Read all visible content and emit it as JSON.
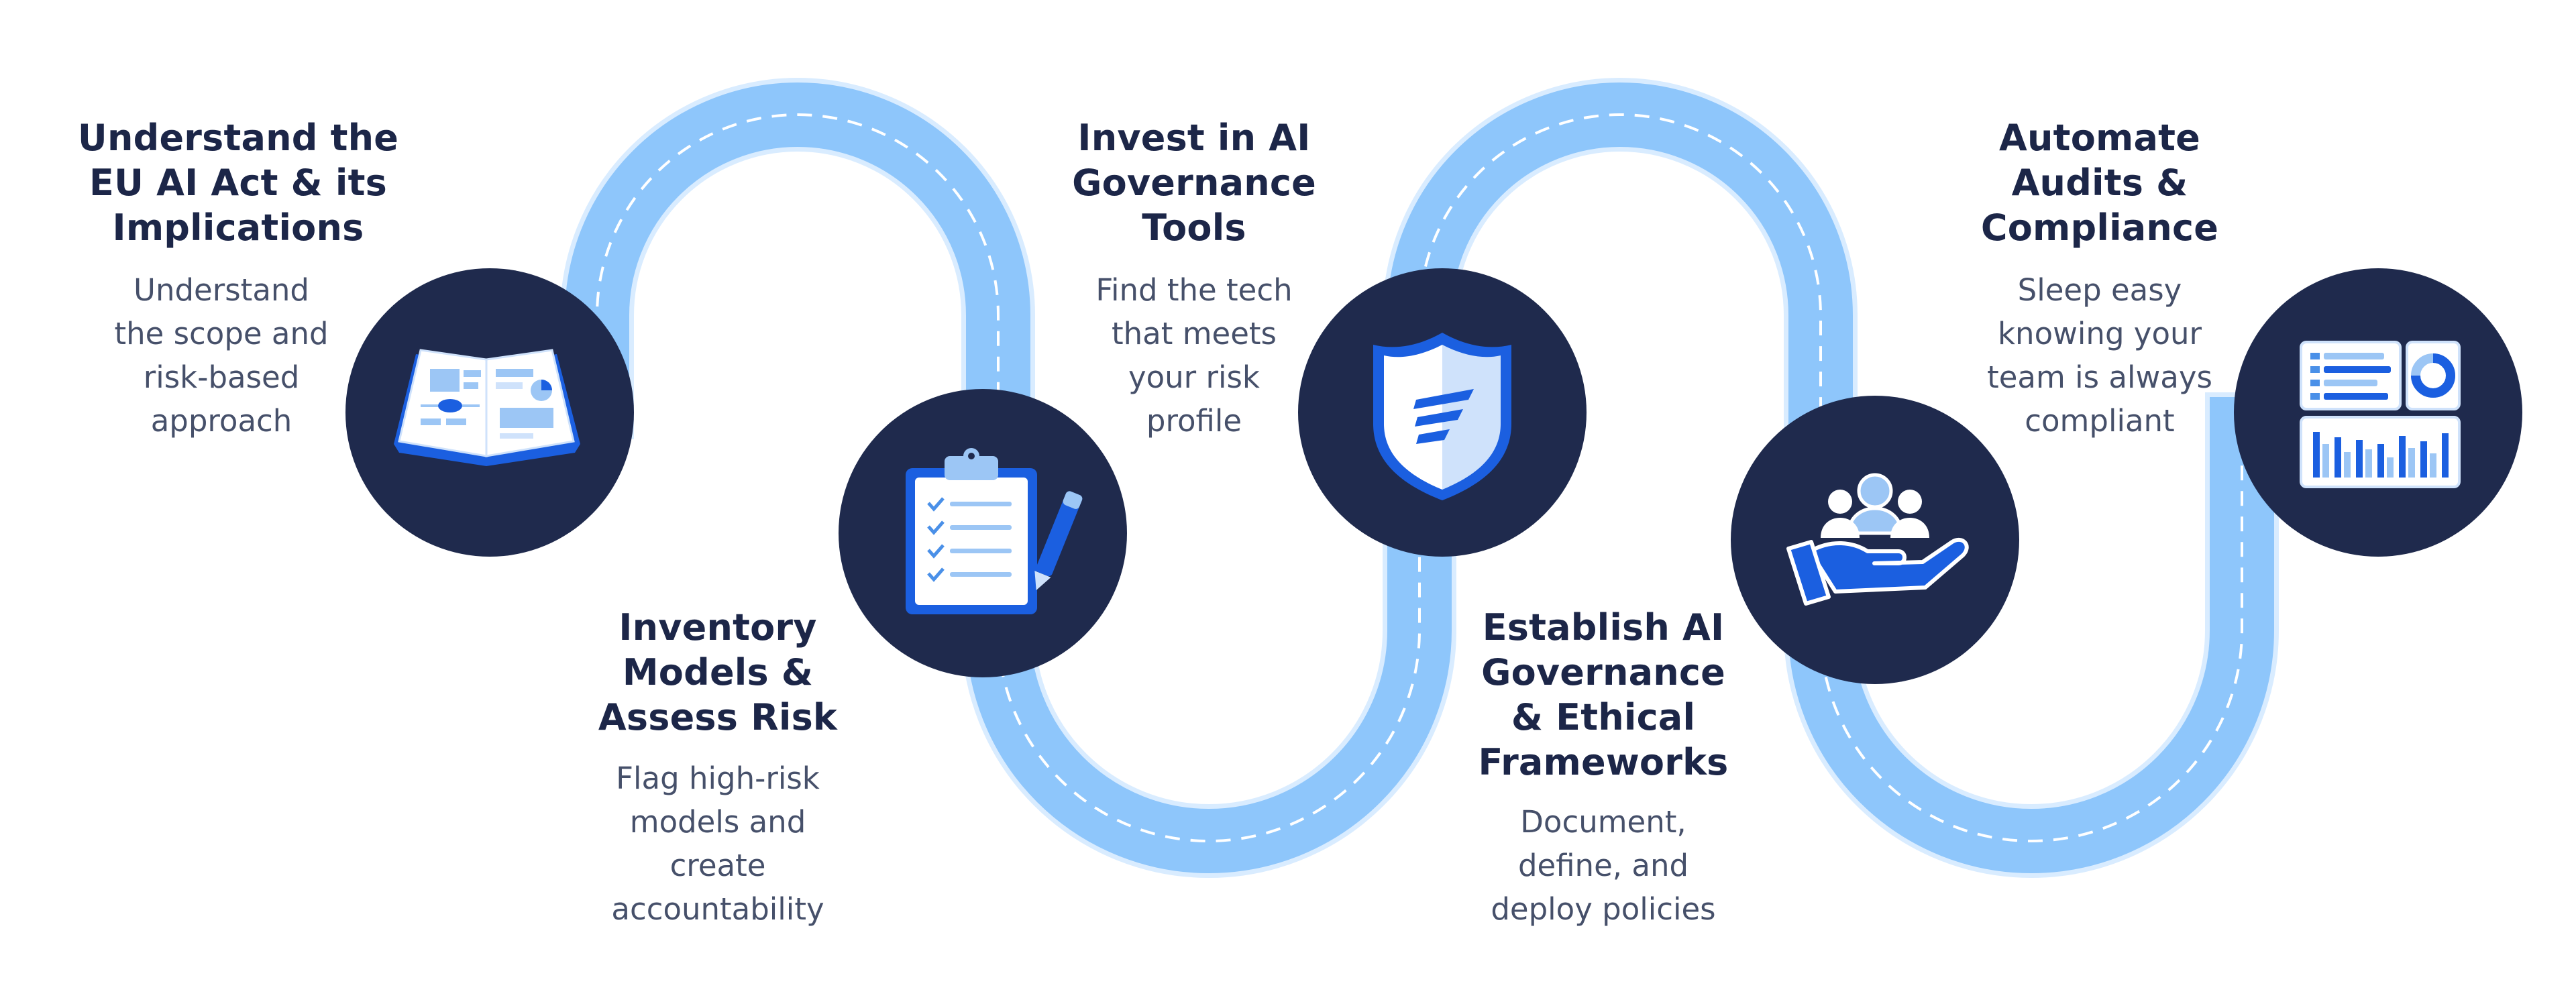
{
  "colors": {
    "road": "#8ec6fb",
    "road_edge": "#d9ecff",
    "road_dash": "#ffffff",
    "circle": "#1f2a4d",
    "title": "#1c2648",
    "description": "#46506a",
    "icon_blue": "#1b5fe0",
    "icon_light": "#cfe2fb",
    "icon_white": "#ffffff"
  },
  "steps": [
    {
      "title_lines": [
        "Understand the",
        "EU AI Act & its",
        "Implications"
      ],
      "desc_lines": [
        "Understand",
        "the scope and",
        "risk-based",
        "approach"
      ],
      "icon": "open-book-icon"
    },
    {
      "title_lines": [
        "Inventory",
        "Models &",
        "Assess Risk"
      ],
      "desc_lines": [
        "Flag high-risk",
        "models and",
        "create",
        "accountability"
      ],
      "icon": "clipboard-checklist-icon"
    },
    {
      "title_lines": [
        "Invest in AI",
        "Governance",
        "Tools"
      ],
      "desc_lines": [
        "Find the tech",
        "that meets",
        "your risk",
        "profile"
      ],
      "icon": "shield-icon"
    },
    {
      "title_lines": [
        "Establish AI",
        "Governance",
        "& Ethical",
        "Frameworks"
      ],
      "desc_lines": [
        "Document,",
        "define, and",
        "deploy policies"
      ],
      "icon": "hand-people-icon"
    },
    {
      "title_lines": [
        "Automate",
        "Audits &",
        "Compliance"
      ],
      "desc_lines": [
        "Sleep easy",
        "knowing your",
        "team is always",
        "compliant"
      ],
      "icon": "dashboard-icon"
    }
  ]
}
